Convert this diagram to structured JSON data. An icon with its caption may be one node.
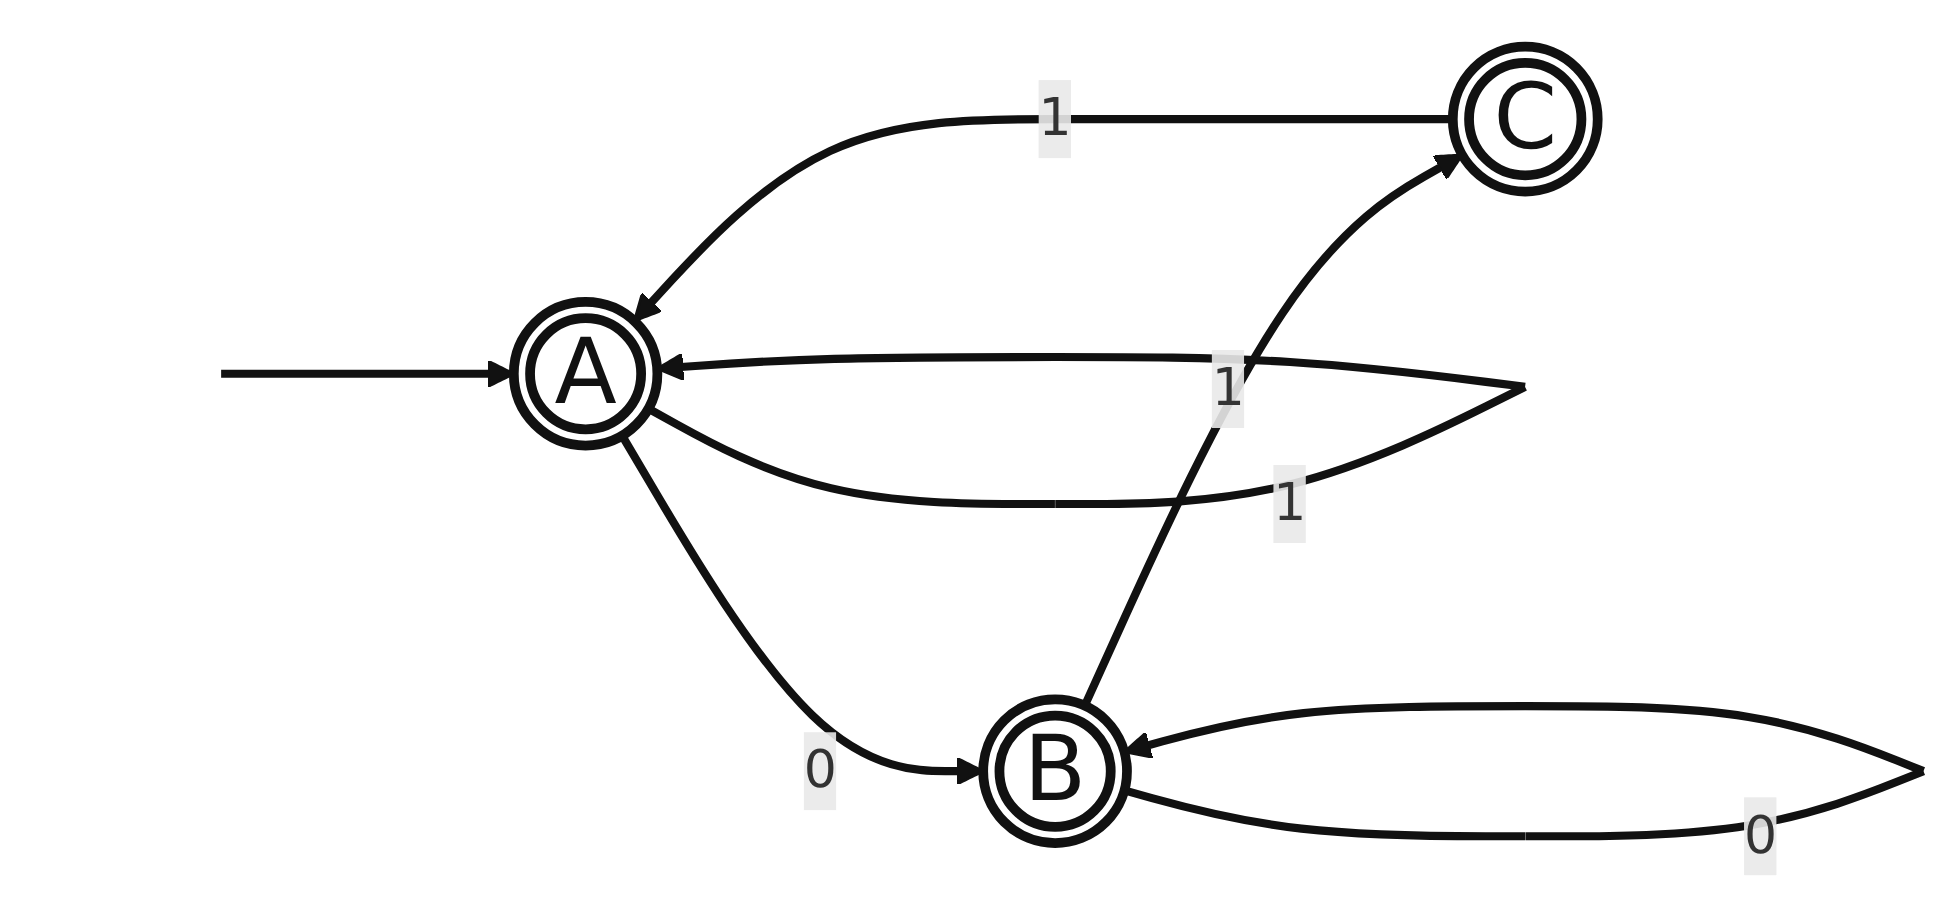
{
  "diagram": {
    "nodes": [
      {
        "text": [
          "A"
        ]
      },
      {
        "text": [
          "B"
        ]
      },
      {
        "text": [
          "C"
        ]
      }
    ],
    "edges": [
      {
        "from": null,
        "to": 0,
        "arrow": "to"
      },
      {
        "from": 0,
        "to": 0,
        "arrow": "to",
        "label": "1"
      },
      {
        "from": 0,
        "to": 1,
        "arrow": "to",
        "label": "0"
      },
      {
        "from": 1,
        "to": 1,
        "arrow": "to",
        "label": "0"
      },
      {
        "from": 1,
        "to": 2,
        "arrow": "to",
        "label": "1"
      },
      {
        "from": 2,
        "to": 0,
        "arrow": "to",
        "label": "1"
      }
    ]
  }
}
